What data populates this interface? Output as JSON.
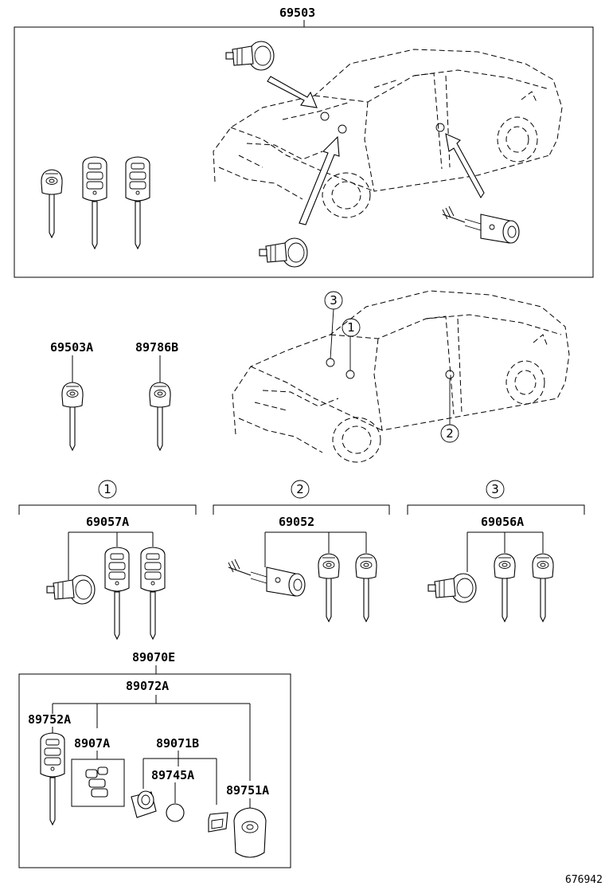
{
  "diagram_id": "676942",
  "top_group": {
    "part_number": "69503"
  },
  "keys_row": {
    "left_key": "69503A",
    "right_key": "89786B"
  },
  "locations": {
    "callout_1": "1",
    "callout_2": "2",
    "callout_3": "3"
  },
  "groups": [
    {
      "callout": "1",
      "part_number": "69057A"
    },
    {
      "callout": "2",
      "part_number": "69052"
    },
    {
      "callout": "3",
      "part_number": "69056A"
    }
  ],
  "bottom_group": {
    "part_number": "89070E",
    "sub_number": "89072A",
    "items": [
      {
        "part_number": "89752A"
      },
      {
        "part_number": "8907A"
      },
      {
        "part_number": "89071B"
      },
      {
        "part_number": "89745A"
      },
      {
        "part_number": "89751A"
      }
    ]
  }
}
